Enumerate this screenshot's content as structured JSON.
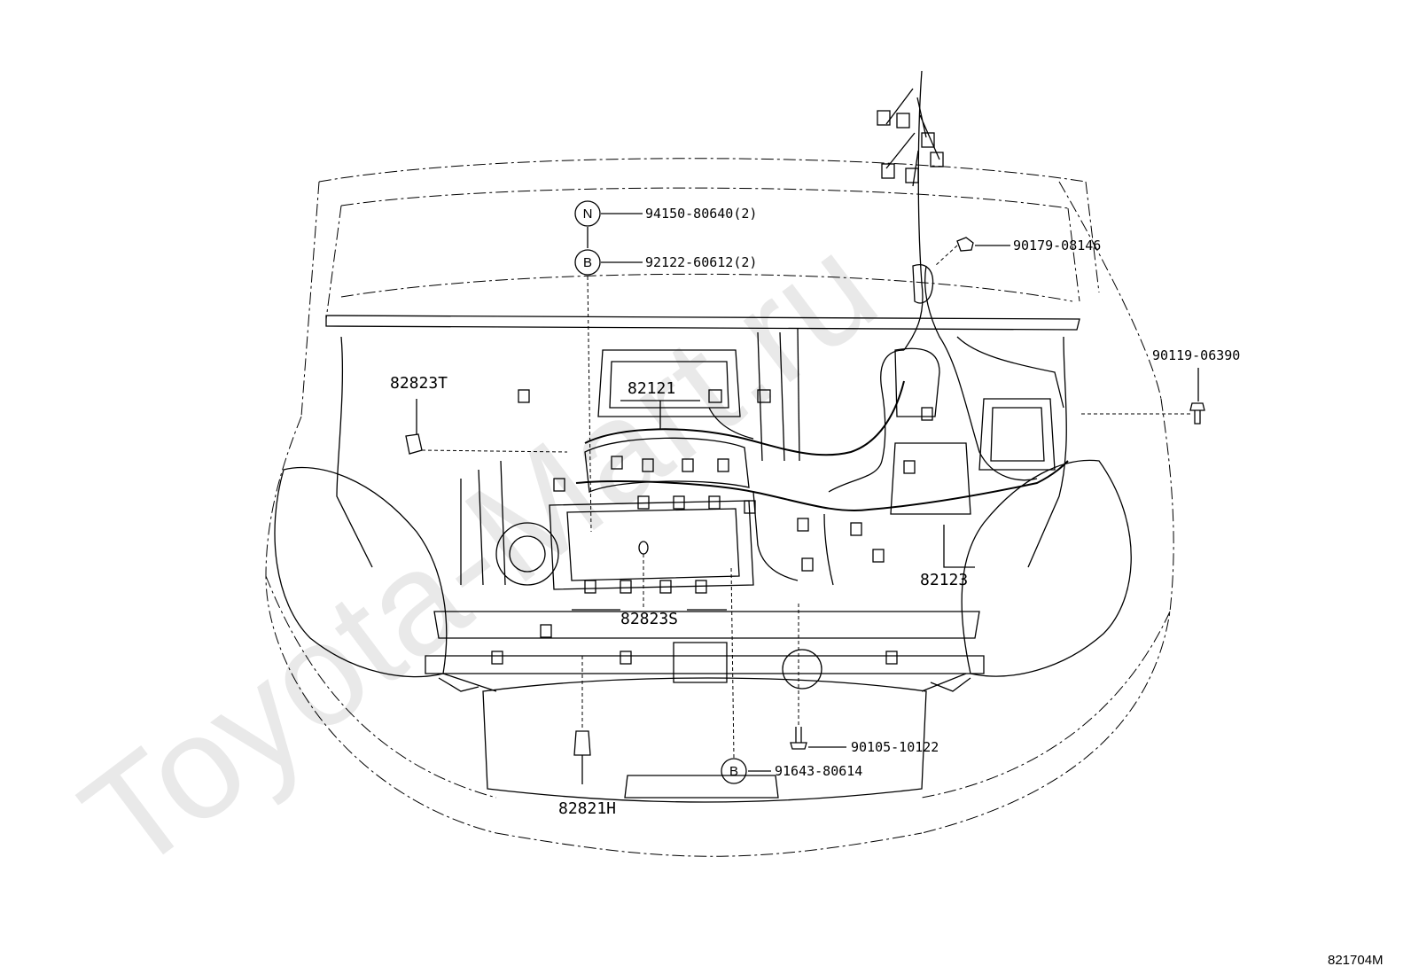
{
  "watermark": "Toyota-Mart.ru",
  "diagram_code": "821704M",
  "parts": {
    "p_82823T": "82823T",
    "p_82121": "82121",
    "p_82123": "82123",
    "p_82823S": "82823S",
    "p_82821H": "82821H",
    "p_94150": "94150-80640(2)",
    "p_92122": "92122-60612(2)",
    "p_90179": "90179-08146",
    "p_90119": "90119-06390",
    "p_90105": "90105-10122",
    "p_91643": "91643-80614"
  },
  "symbols": {
    "n": "N",
    "b1": "B",
    "b2": "B"
  }
}
